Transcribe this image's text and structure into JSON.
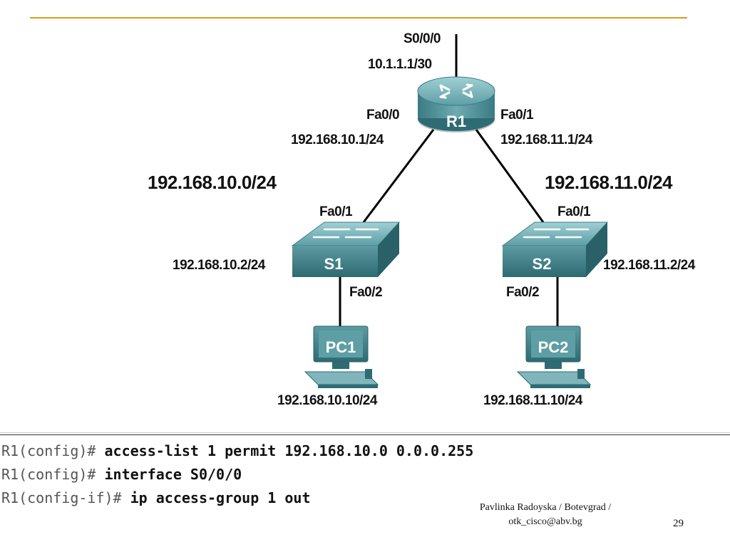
{
  "router": {
    "name": "R1",
    "serial_interface": "S0/0/0",
    "serial_ip": "10.1.1.1/30",
    "left_interface": "Fa0/0",
    "left_ip": "192.168.10.1/24",
    "right_interface": "Fa0/1",
    "right_ip": "192.168.11.1/24"
  },
  "networks": {
    "left": "192.168.10.0/24",
    "right": "192.168.11.0/24"
  },
  "switches": [
    {
      "name": "S1",
      "uplink": "Fa0/1",
      "ip": "192.168.10.2/24",
      "downlink": "Fa0/2"
    },
    {
      "name": "S2",
      "uplink": "Fa0/1",
      "ip": "192.168.11.2/24",
      "downlink": "Fa0/2"
    }
  ],
  "pcs": [
    {
      "name": "PC1",
      "ip": "192.168.10.10/24"
    },
    {
      "name": "PC2",
      "ip": "192.168.11.10/24"
    }
  ],
  "commands": [
    {
      "prompt": "R1(config)#",
      "text": "access-list 1 permit 192.168.10.0 0.0.0.255"
    },
    {
      "prompt": "R1(config)#",
      "text": "interface S0/0/0"
    },
    {
      "prompt": "R1(config-if)#",
      "text": "ip access-group 1 out"
    }
  ],
  "footer": {
    "line1": "Pavlinka Radoyska / Botevgrad /",
    "line2": "otk_cisco@abv.bg",
    "page": "29"
  },
  "colors": {
    "accent_line": "#d4a017",
    "device_teal": "#4f8f97",
    "device_dark": "#2f6b73",
    "device_light": "#8fc3c9"
  }
}
